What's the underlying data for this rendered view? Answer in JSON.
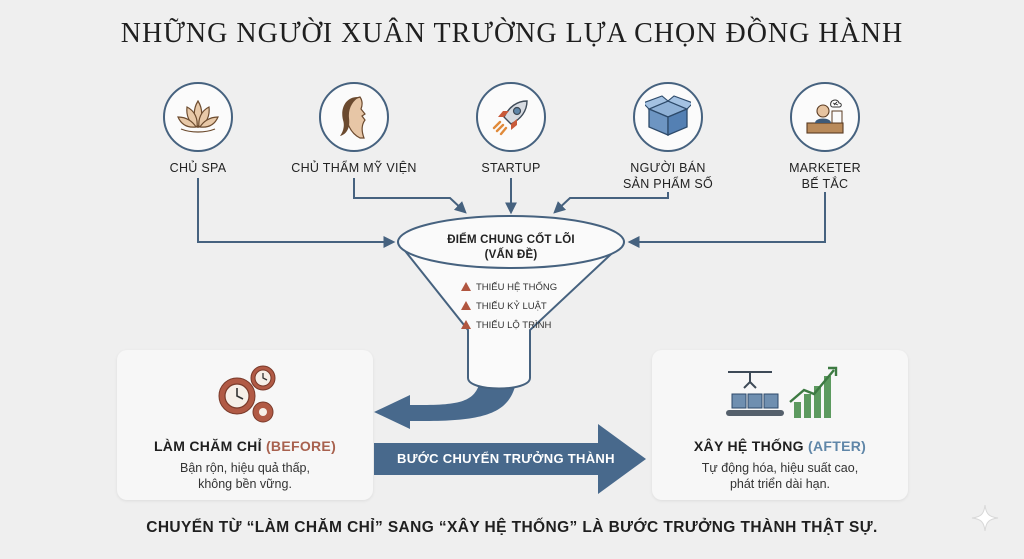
{
  "title": "NHỮNG NGƯỜI XUÂN TRƯỜNG LỰA CHỌN ĐỒNG HÀNH",
  "roles": [
    {
      "label": "CHỦ SPA",
      "icon": "lotus-icon"
    },
    {
      "label": "CHỦ THẨM MỸ VIỆN",
      "icon": "face-profile-icon"
    },
    {
      "label": "STARTUP",
      "icon": "rocket-icon"
    },
    {
      "label": "NGƯỜI BÁN\nSẢN PHẨM SỐ",
      "icon": "box-icon"
    },
    {
      "label": "MARKETER\nBẾ TẮC",
      "icon": "stressed-person-icon"
    }
  ],
  "funnel": {
    "heading_line1": "ĐIỂM CHUNG CỐT LÕI",
    "heading_line2": "(VẤN ĐỀ)",
    "issues": [
      "THIẾU HỆ THỐNG",
      "THIẾU KỶ LUẬT",
      "THIẾU LỘ TRÌNH"
    ]
  },
  "before": {
    "title": "LÀM CHĂM CHỈ",
    "tag": "(BEFORE)",
    "desc_line1": "Bận rộn, hiệu quả thấp,",
    "desc_line2": "không bền vững."
  },
  "after": {
    "title": "XÂY HỆ THỐNG",
    "tag": "(AFTER)",
    "desc_line1": "Tự động hóa, hiệu suất cao,",
    "desc_line2": "phát triển dài hạn."
  },
  "transition_label": "BƯỚC CHUYỂN TRƯỞNG THÀNH",
  "footer": "CHUYỂN TỪ “LÀM CHĂM CHỈ” SANG “XÂY HỆ THỐNG” LÀ BƯỚC TRƯỞNG THÀNH THẬT SỰ.",
  "colors": {
    "line": "#46627f",
    "arrow": "#4a6a8c",
    "before_accent": "#a8614e",
    "after_accent": "#5f86a8",
    "warning": "#b0553f"
  }
}
